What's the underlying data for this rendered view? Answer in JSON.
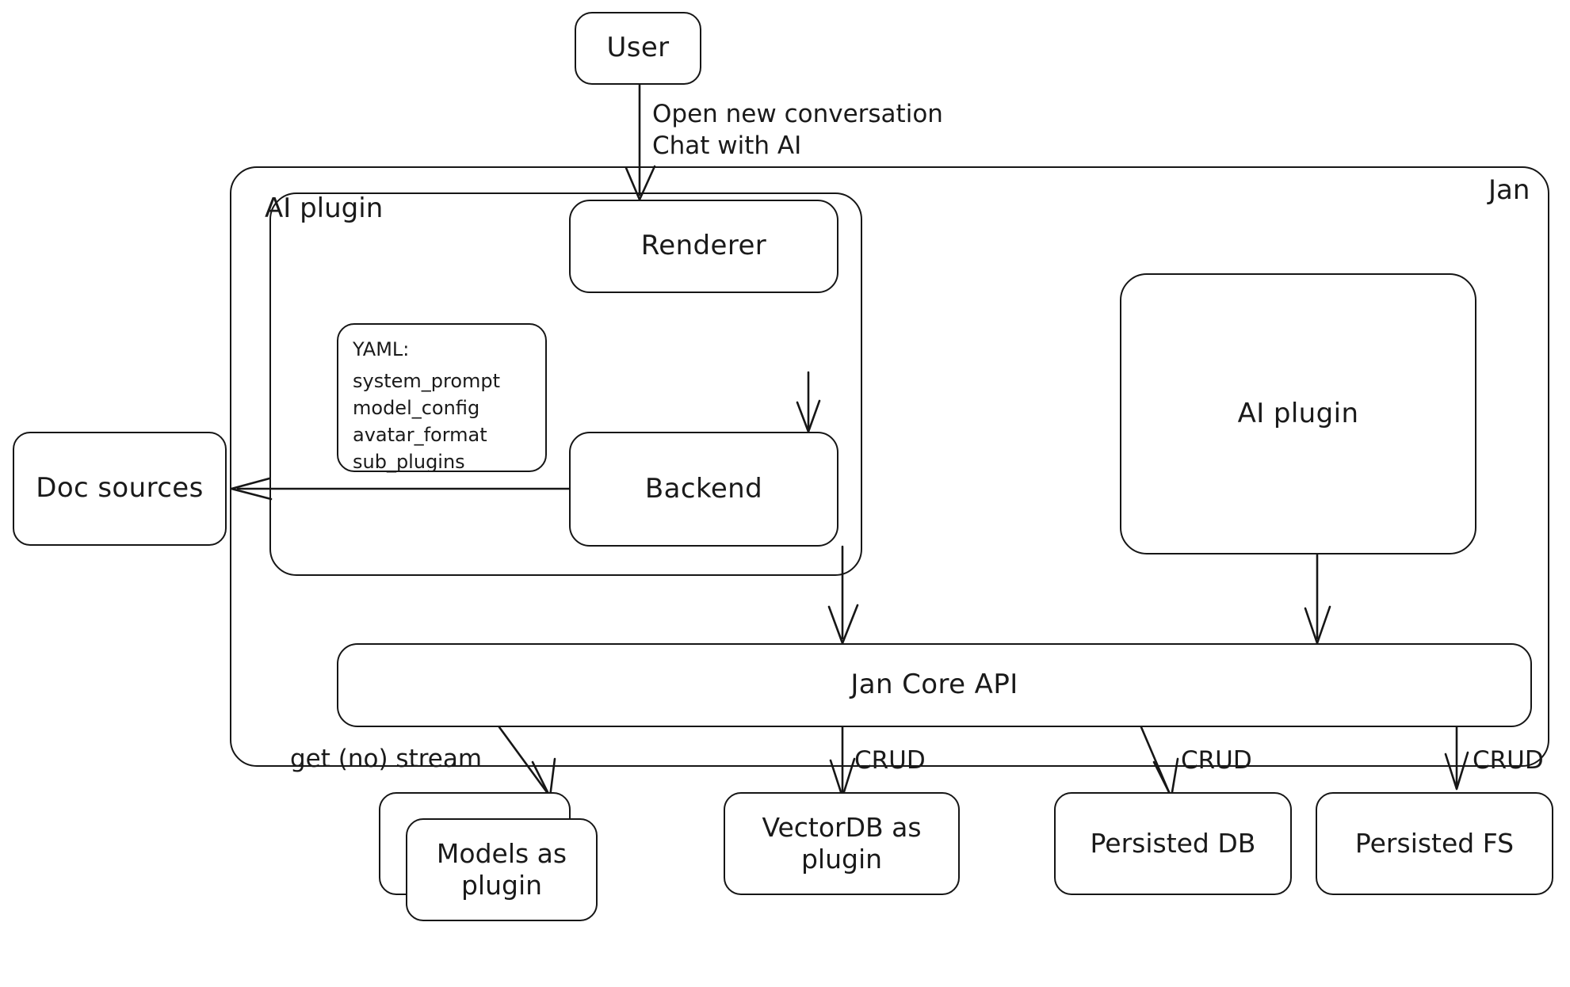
{
  "diagram": {
    "title": "Jan architecture overview",
    "stroke_color": "#161616",
    "background": "#ffffff"
  },
  "nodes": {
    "user": "User",
    "doc_sources": "Doc sources",
    "renderer": "Renderer",
    "backend": "Backend",
    "ai_plugin_box": "AI plugin",
    "jan_core_api": "Jan Core API",
    "models_as_plugin": "Models as\nplugin",
    "vectordb_as_plugin": "VectorDB as\nplugin",
    "persisted_db": "Persisted DB",
    "persisted_fs": "Persisted FS"
  },
  "groups": {
    "jan": "Jan",
    "ai_plugin": "AI plugin"
  },
  "yaml_card": {
    "header": "YAML:",
    "keys": [
      "system_prompt",
      "model_config",
      "avatar_format",
      "sub_plugins"
    ]
  },
  "edge_labels": {
    "user_to_renderer": "Open new conversation\nChat with AI",
    "core_to_models": "get (no) stream",
    "core_to_vectordb": "CRUD",
    "core_to_persisted_db": "CRUD",
    "core_to_persisted_fs": "CRUD"
  },
  "edges": [
    {
      "from": "user",
      "to": "renderer",
      "label": "Open new conversation\nChat with AI"
    },
    {
      "from": "renderer",
      "to": "backend",
      "label": ""
    },
    {
      "from": "backend",
      "to": "doc_sources",
      "label": ""
    },
    {
      "from": "backend",
      "to": "jan_core_api",
      "label": ""
    },
    {
      "from": "ai_plugin_box",
      "to": "jan_core_api",
      "label": ""
    },
    {
      "from": "jan_core_api",
      "to": "models_as_plugin",
      "label": "get (no) stream"
    },
    {
      "from": "jan_core_api",
      "to": "vectordb_as_plugin",
      "label": "CRUD"
    },
    {
      "from": "jan_core_api",
      "to": "persisted_db",
      "label": "CRUD"
    },
    {
      "from": "jan_core_api",
      "to": "persisted_fs",
      "label": "CRUD"
    }
  ]
}
